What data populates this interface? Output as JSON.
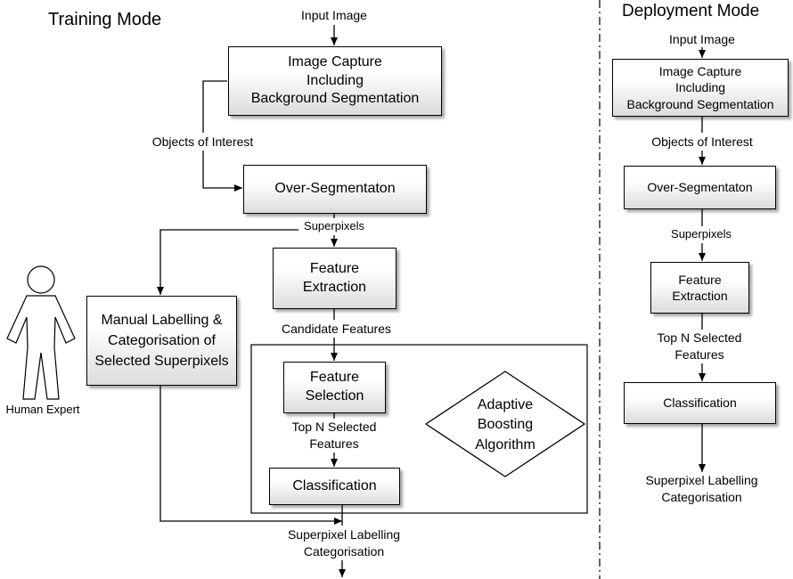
{
  "training": {
    "title": "Training Mode",
    "input_label": "Input Image",
    "capture": [
      "Image Capture",
      "Including",
      "Background Segmentation"
    ],
    "objects_label": "Objects of Interest",
    "overseg": "Over-Segmentaton",
    "superpixels_label": "Superpixels",
    "feature_extraction": [
      "Feature",
      "Extraction"
    ],
    "candidate_label": "Candidate Features",
    "manual_labelling": [
      "Manual Labelling &",
      "Categorisation of",
      "Selected Superpixels"
    ],
    "human_expert": "Human Expert",
    "feature_selection": [
      "Feature",
      "Selection"
    ],
    "topn_label": [
      "Top N Selected",
      "Features"
    ],
    "classification": "Classification",
    "adaptive": [
      "Adaptive",
      "Boosting",
      "Algorithm"
    ],
    "output_label": [
      "Superpixel Labelling",
      "Categorisation"
    ]
  },
  "deployment": {
    "title": "Deployment Mode",
    "input_label": "Input Image",
    "capture": [
      "Image Capture",
      "Including",
      "Background Segmentation"
    ],
    "objects_label": "Objects of Interest",
    "overseg": "Over-Segmentaton",
    "superpixels_label": "Superpixels",
    "feature_extraction": [
      "Feature",
      "Extraction"
    ],
    "topn_label": [
      "Top N Selected",
      "Features"
    ],
    "classification": "Classification",
    "output_label": [
      "Superpixel Labelling",
      "Categorisation"
    ]
  },
  "colors": {
    "line": "#000000",
    "box_top": "#ffffff",
    "box_bottom": "#dcdcdc"
  }
}
